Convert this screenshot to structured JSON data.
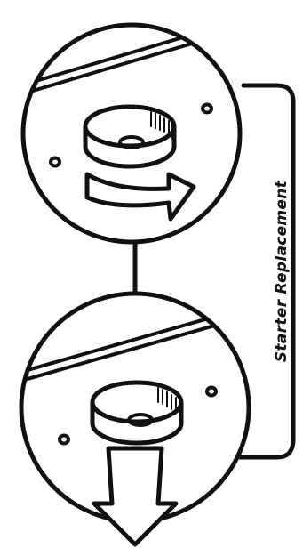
{
  "diagram": {
    "caption": "Starter Replacement",
    "steps": [
      {
        "action": "rotate",
        "icon": "rotate-arrow-icon"
      },
      {
        "action": "remove",
        "icon": "down-arrow-icon"
      }
    ]
  }
}
